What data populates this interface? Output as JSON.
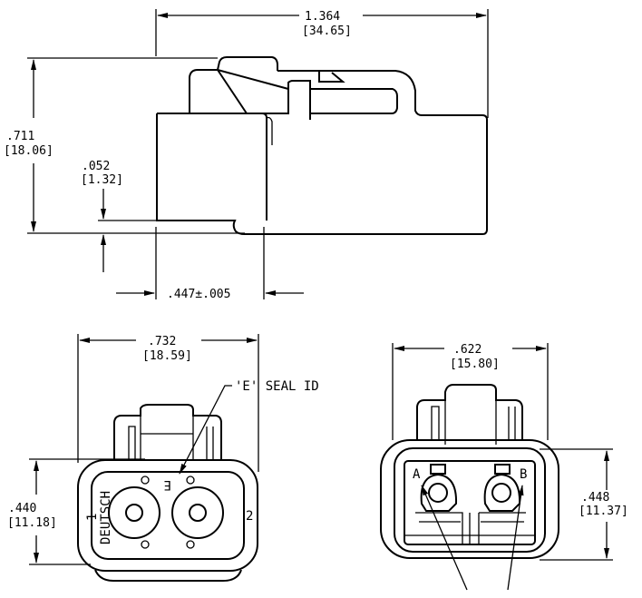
{
  "drawing": {
    "title": "Connector dimension drawing",
    "side_view": {
      "overall_length": {
        "in": "1.364",
        "mm": "[34.65]"
      },
      "overall_height": {
        "in": ".711",
        "mm": "[18.06]"
      },
      "step_height": {
        "in": ".052",
        "mm": "[1.32]"
      },
      "insert_length": {
        "text": ".447±.005"
      }
    },
    "front_view": {
      "width": {
        "in": ".732",
        "mm": "[18.59]"
      },
      "height": {
        "in": ".440",
        "mm": "[11.18]"
      },
      "seal_callout": "'E' SEAL ID",
      "brand_text": "DEUTSCH",
      "seal_mark": "E",
      "cavity_label_1": "1",
      "cavity_label_2": "2"
    },
    "rear_view": {
      "width": {
        "in": ".622",
        "mm": "[15.80]"
      },
      "height": {
        "in": ".448",
        "mm": "[11.37]"
      },
      "cavity_label_a": "A",
      "cavity_label_b": "B"
    }
  }
}
